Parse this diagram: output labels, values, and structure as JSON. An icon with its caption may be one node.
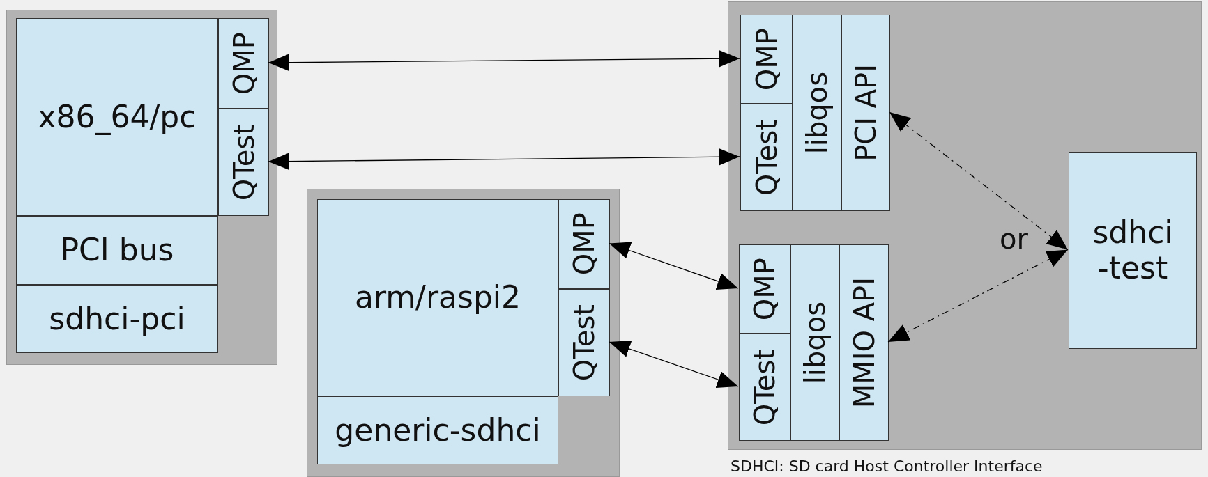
{
  "diagram": {
    "caption": "SDHCI: SD card Host Controller Interface",
    "nodes": [
      {
        "text": [],
        "shape": "box"
      },
      {
        "text": [
          "x86_64/pc"
        ],
        "in": 0
      },
      {
        "text": [
          "QMP"
        ],
        "in": 0
      },
      {
        "text": [
          "QTest"
        ],
        "in": 0
      },
      {
        "text": [
          "PCI bus"
        ],
        "in": 0
      },
      {
        "text": [
          "sdhci-pci"
        ],
        "in": 0
      },
      {
        "text": [],
        "shape": "box"
      },
      {
        "text": [
          "QMP"
        ],
        "in": 6
      },
      {
        "text": [
          "QTest"
        ],
        "in": 6
      },
      {
        "text": [
          "libqos"
        ],
        "in": 6
      },
      {
        "text": [
          "PCI API"
        ],
        "in": 6
      },
      {
        "text": [],
        "shape": "box"
      },
      {
        "text": [
          "arm/raspi2"
        ],
        "in": 11
      },
      {
        "text": [
          "QMP"
        ],
        "in": 11
      },
      {
        "text": [
          "QTest"
        ],
        "in": 11
      },
      {
        "text": [
          "generic-sdhci"
        ],
        "in": 11
      },
      {
        "text": [
          "QMP"
        ],
        "in": 6
      },
      {
        "text": [
          "QTest"
        ],
        "in": 6
      },
      {
        "text": [
          "libqos"
        ],
        "in": 6
      },
      {
        "text": [
          "MMIO API"
        ],
        "in": 6
      },
      {
        "text": [
          "sdhci -test"
        ],
        "in": 6
      }
    ],
    "edges": [
      {
        "from": 2,
        "to": 7,
        "arrow": "both"
      },
      {
        "from": 3,
        "to": 8,
        "arrow": "both"
      },
      {
        "from": 13,
        "to": 16,
        "arrow": "both"
      },
      {
        "from": 14,
        "to": 17,
        "arrow": "both"
      },
      {
        "from": 20,
        "to": 10,
        "arrow": "both",
        "style": "dashed"
      },
      {
        "from": 20,
        "to": 19,
        "arrow": "both",
        "style": "dashed"
      }
    ],
    "labels": [
      "or"
    ]
  }
}
